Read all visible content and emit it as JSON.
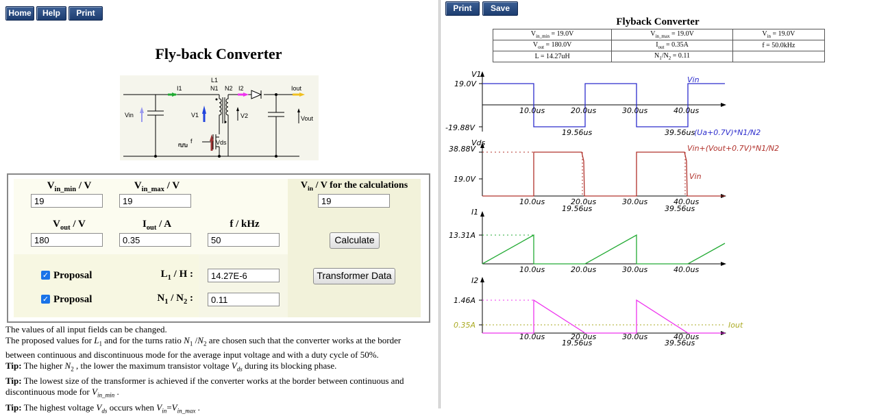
{
  "toolbar_left": {
    "home": "Home",
    "help": "Help",
    "print": "Print"
  },
  "toolbar_right": {
    "print": "Print",
    "save": "Save"
  },
  "left_title": "Fly-back Converter",
  "schematic": {
    "labels": {
      "l1": "L1",
      "n1": "N1",
      "n2": "N2",
      "i1": "I1",
      "i2": "I2",
      "iout": "Iout",
      "vin": "Vin",
      "v1": "V1",
      "v2": "V2",
      "vout": "Vout",
      "vds": "Vds",
      "f": "f"
    }
  },
  "form": {
    "vin_min": {
      "label_main": "V",
      "label_sub": "in_min",
      "label_unit": " / V",
      "value": "19"
    },
    "vin_max": {
      "label_main": "V",
      "label_sub": "in_max",
      "label_unit": " / V",
      "value": "19"
    },
    "vin_calc": {
      "label_main": "V",
      "label_sub": "in",
      "label_unit": " / V for the calculations",
      "value": "19"
    },
    "vout": {
      "label_main": "V",
      "label_sub": "out",
      "label_unit": " / V",
      "value": "180"
    },
    "iout": {
      "label_main": "I",
      "label_sub": "out",
      "label_unit": " / A",
      "value": "0.35"
    },
    "f": {
      "label": "f / kHz",
      "value": "50"
    },
    "calculate": "Calculate",
    "proposal1": "Proposal",
    "proposal2": "Proposal",
    "l1": {
      "label_main": "L",
      "label_sub": "1",
      "label_unit": " / H :",
      "value": "14.27E-6"
    },
    "n": {
      "label_a": "N",
      "sub_a": "1",
      "label_b": " / N",
      "sub_b": "2",
      "label_unit": " :",
      "value": "0.11"
    },
    "transformer": "Transformer Data"
  },
  "info": {
    "line1": "The values of all input fields can be changed.",
    "line2a": "The proposed values for ",
    "line2b": " and for the turns ratio ",
    "line2c": " are chosen such that the converter works at the border between continuous and discontinuous mode for the average input voltage and with a duty cycle of 50%.",
    "tip_label": "Tip:",
    "tip1a": " The higher ",
    "tip1b": " , the lower the maximum transistor voltage ",
    "tip1c": " during its blocking phase.",
    "tip2a": " The lowest size of the transformer is achieved if the converter works at the border between continuous and discontinuous mode for ",
    "tip2b": " .",
    "tip3a": " The highest voltage ",
    "tip3b": " occurs when ",
    "tip3c": " ."
  },
  "right_title": "Flyback Converter",
  "params": {
    "r1": [
      "V_in_min = 19.0V",
      "V_in_max = 19.0V",
      "V_in = 19.0V"
    ],
    "r2": [
      "V_out = 180.0V",
      "I_out = 0.35A",
      "f = 50.0kHz"
    ],
    "r3": [
      "L = 14.27uH",
      "N_1/N_2 = 0.11",
      ""
    ],
    "c1a": "V",
    "c1a_sub": "in_min",
    "c1a_tail": " = 19.0V",
    "c1b": "V",
    "c1b_sub": "in_max",
    "c1b_tail": " = 19.0V",
    "c1c": "V",
    "c1c_sub": "in",
    "c1c_tail": " = 19.0V",
    "c2a": "V",
    "c2a_sub": "out",
    "c2a_tail": " = 180.0V",
    "c2b": "I",
    "c2b_sub": "out",
    "c2b_tail": " = 0.35A",
    "c2c": "f = 50.0kHz",
    "c3a": "L = 14.27uH",
    "c3b": "N",
    "c3b_sub": "1",
    "c3b_mid": "/N",
    "c3b_sub2": "2",
    "c3b_tail": " = 0.11"
  },
  "waveforms": {
    "time_ticks": [
      "10.0us",
      "20.0us",
      "30.0us",
      "40.0us"
    ],
    "v1": {
      "axis": "V1",
      "top": "19.0V",
      "bottom": "-19.88V",
      "legend1": "Vin",
      "legend2": "(Ua+0.7V)*N1/N2",
      "marks": [
        "19.56us",
        "39.56us"
      ]
    },
    "vds": {
      "axis": "Vds",
      "top": "38.88V",
      "mid": "19.0V",
      "legend1": "Vin+(Vout+0.7V)*N1/N2",
      "legend2": "Vin",
      "marks": [
        "19.56us",
        "39.56us"
      ]
    },
    "i1": {
      "axis": "I1",
      "top": "13.31A"
    },
    "i2": {
      "axis": "I2",
      "top": "1.46A",
      "mid": "0.35A",
      "legend": "Iout",
      "marks": [
        "19.56us",
        "39.56us"
      ]
    },
    "colors": {
      "v1": "#2b2bcc",
      "vds": "#b0302a",
      "i1": "#22aa33",
      "i2": "#ee33ee",
      "iout": "#aaaa22",
      "axis": "#000000"
    }
  }
}
